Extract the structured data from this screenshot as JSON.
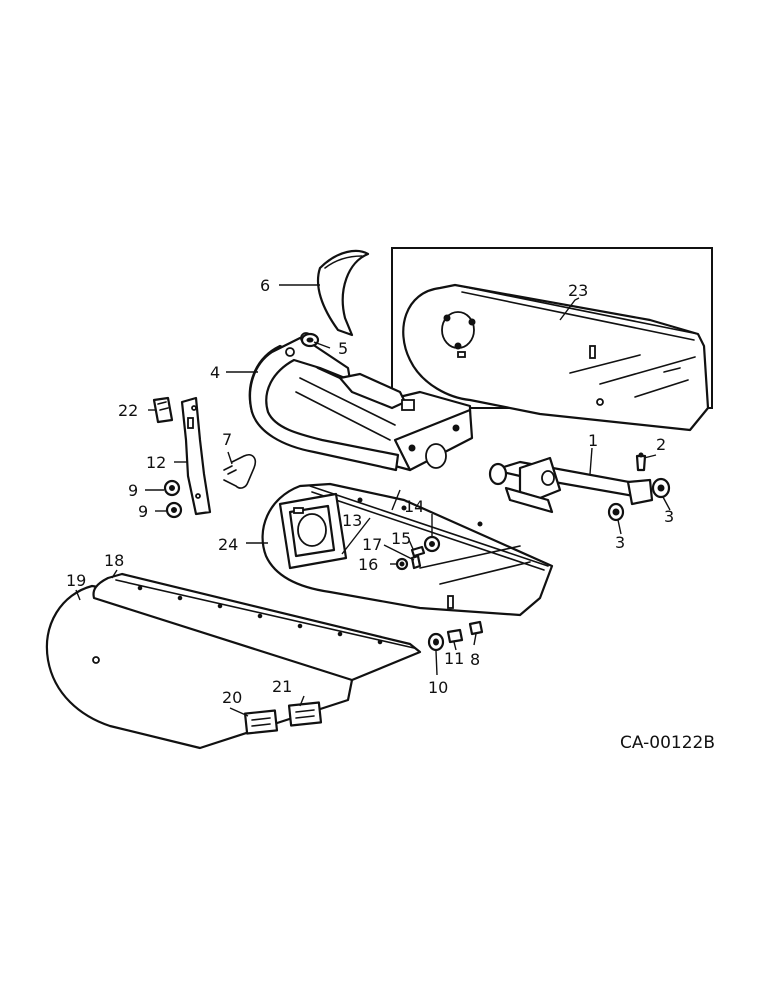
{
  "reference_code": "CA-00122B",
  "callouts": {
    "c1": "1",
    "c2": "2",
    "c3a": "3",
    "c3b": "3",
    "c4": "4",
    "c5": "5",
    "c6": "6",
    "c7": "7",
    "c8": "8",
    "c9a": "9",
    "c9b": "9",
    "c10": "10",
    "c11": "11",
    "c12": "12",
    "c13": "13",
    "c14": "14",
    "c15": "15",
    "c16": "16",
    "c17": "17",
    "c18": "18",
    "c19": "19",
    "c20": "20",
    "c21": "21",
    "c22": "22",
    "c23": "23",
    "c24": "24"
  }
}
